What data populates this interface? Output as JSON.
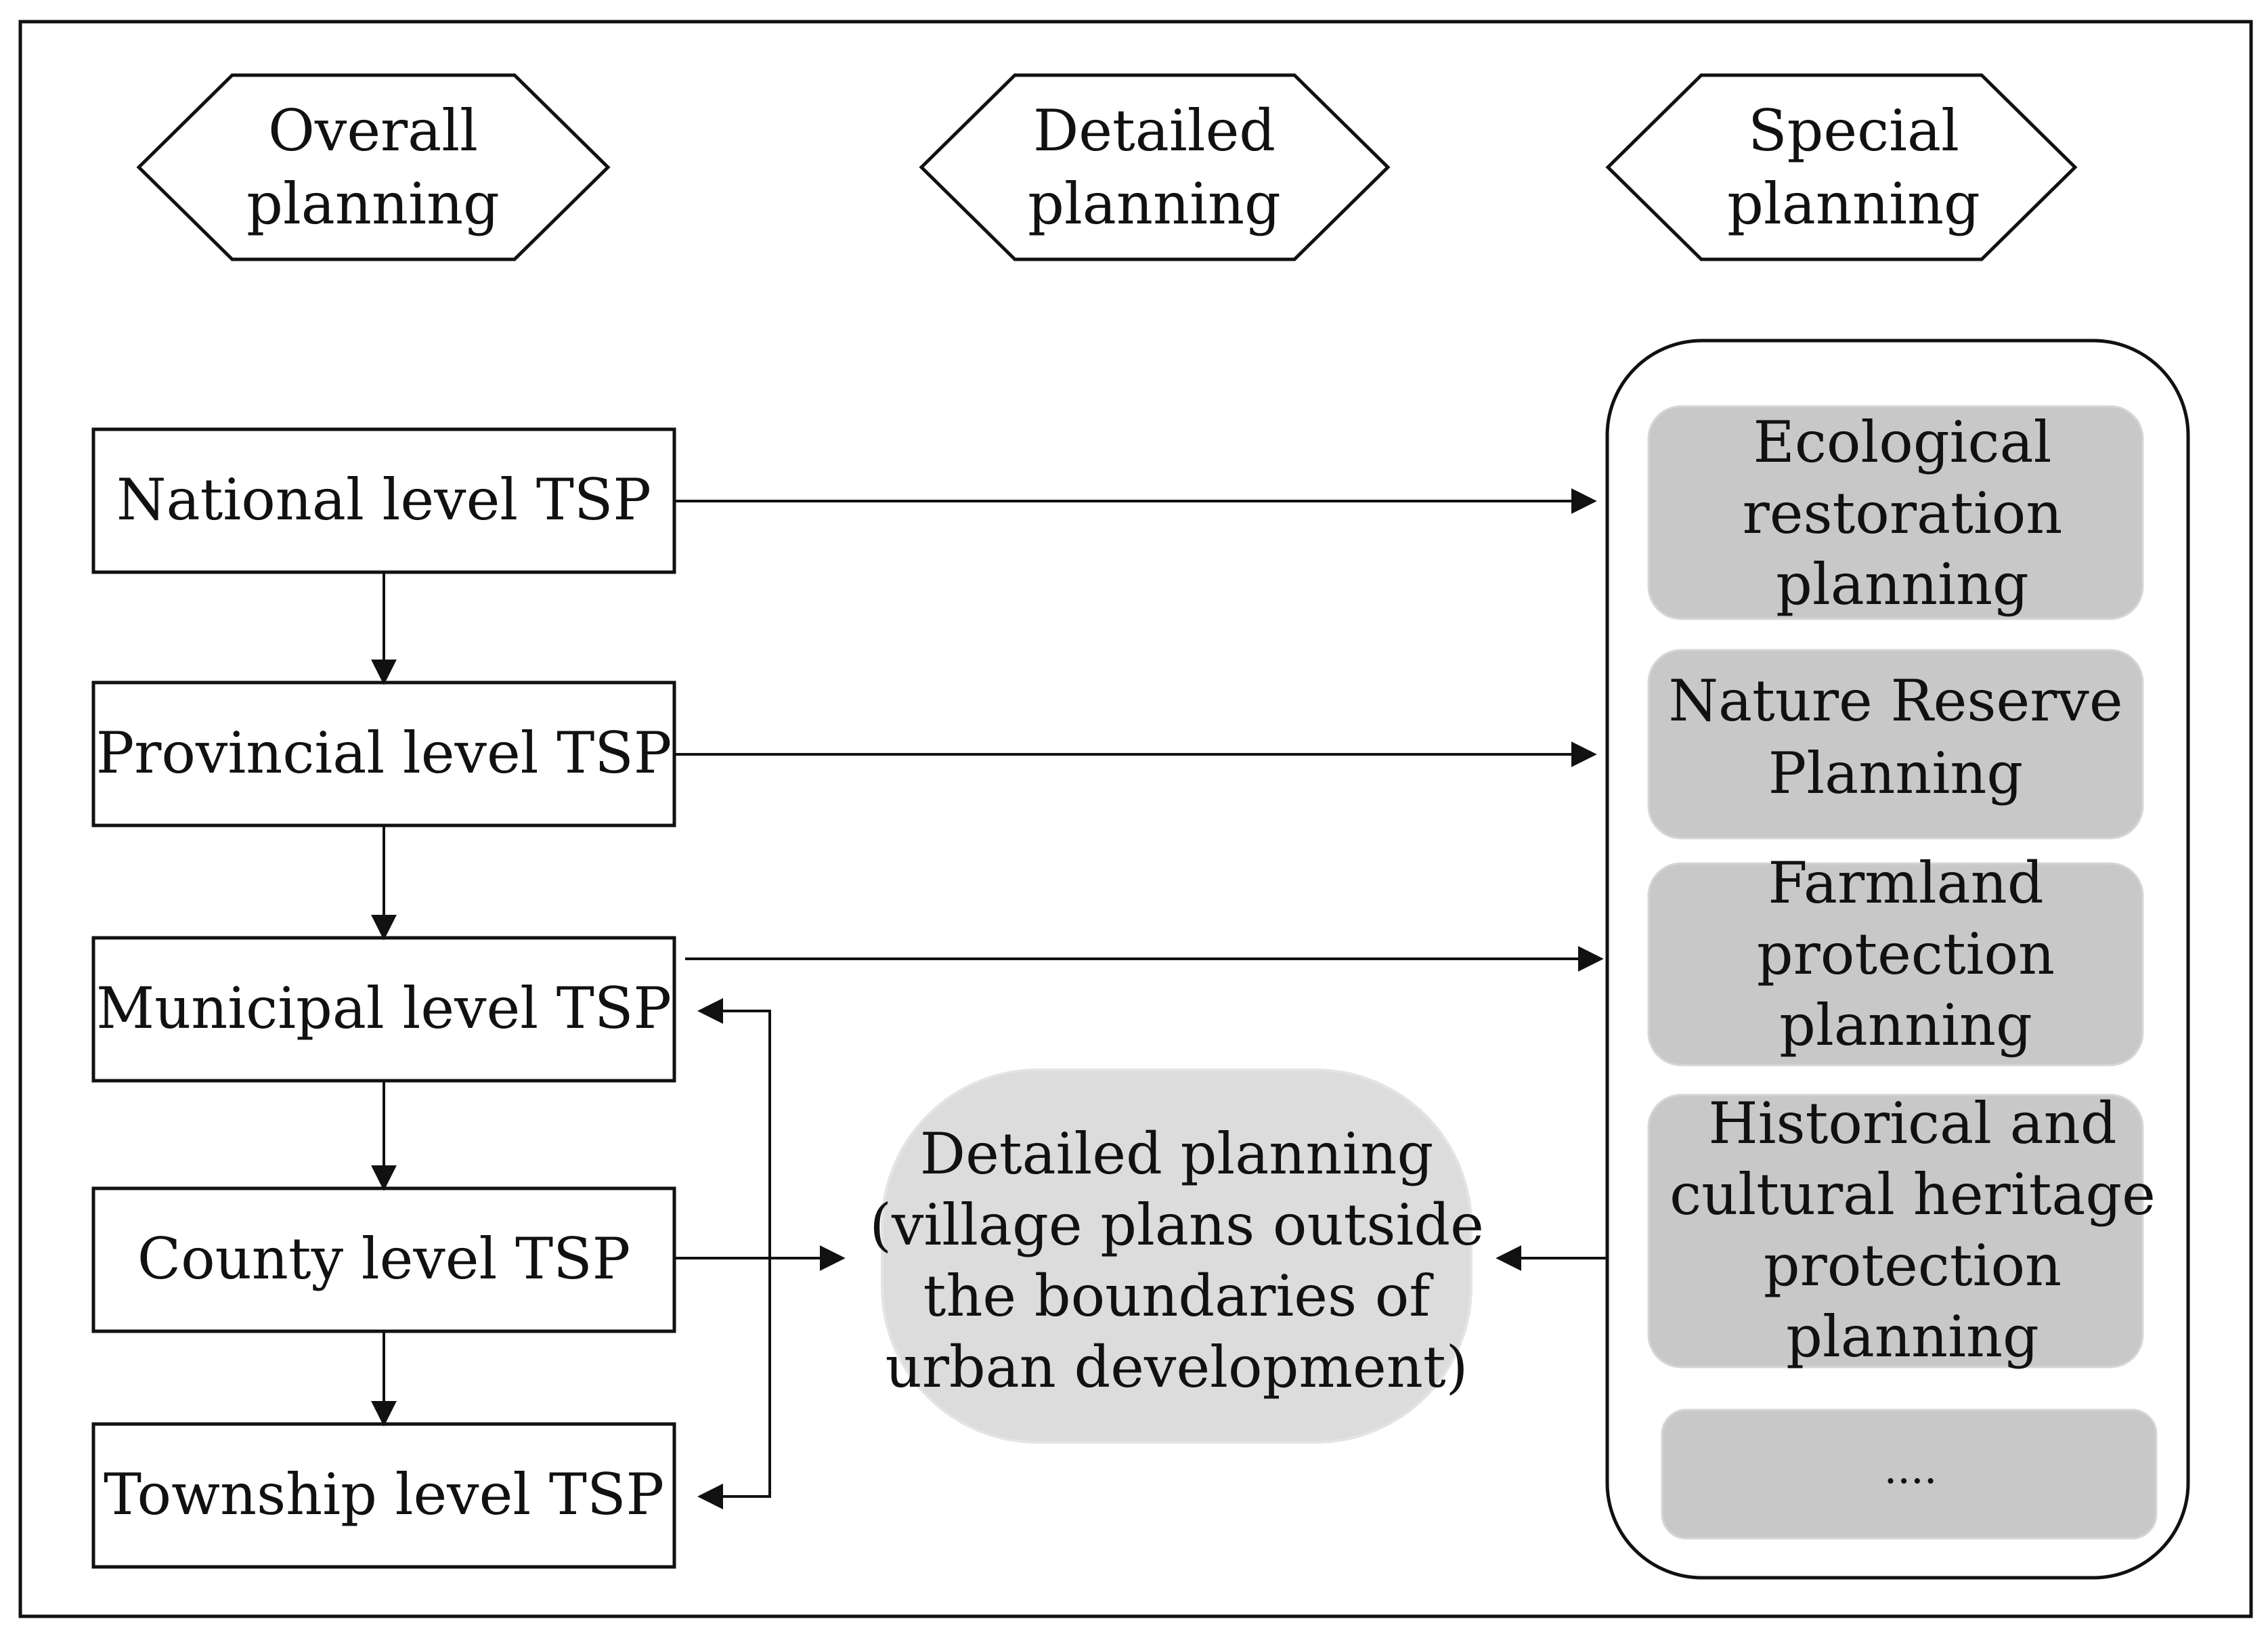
{
  "headers": {
    "overall": [
      "Overall",
      "planning"
    ],
    "detailed": [
      "Detailed",
      "planning"
    ],
    "special": [
      "Special",
      "planning"
    ]
  },
  "tsp_levels": [
    "National level TSP",
    "Provincial level TSP",
    "Municipal level TSP",
    "County level TSP",
    "Township level TSP"
  ],
  "detailed_box": [
    "Detailed planning",
    "(village plans outside",
    "the boundaries of",
    "urban development)"
  ],
  "special_items": [
    [
      "Ecological",
      "restoration",
      "planning"
    ],
    [
      "Nature Reserve",
      "Planning"
    ],
    [
      "Farmland",
      "protection",
      "planning"
    ],
    [
      "Historical and",
      "cultural heritage",
      "protection",
      "planning"
    ]
  ],
  "special_more": "....",
  "colors": {
    "line": "#111111",
    "special_item_fill": "#c8c8c8",
    "detailed_fill": "#dcdcdc",
    "background": "#ffffff"
  }
}
